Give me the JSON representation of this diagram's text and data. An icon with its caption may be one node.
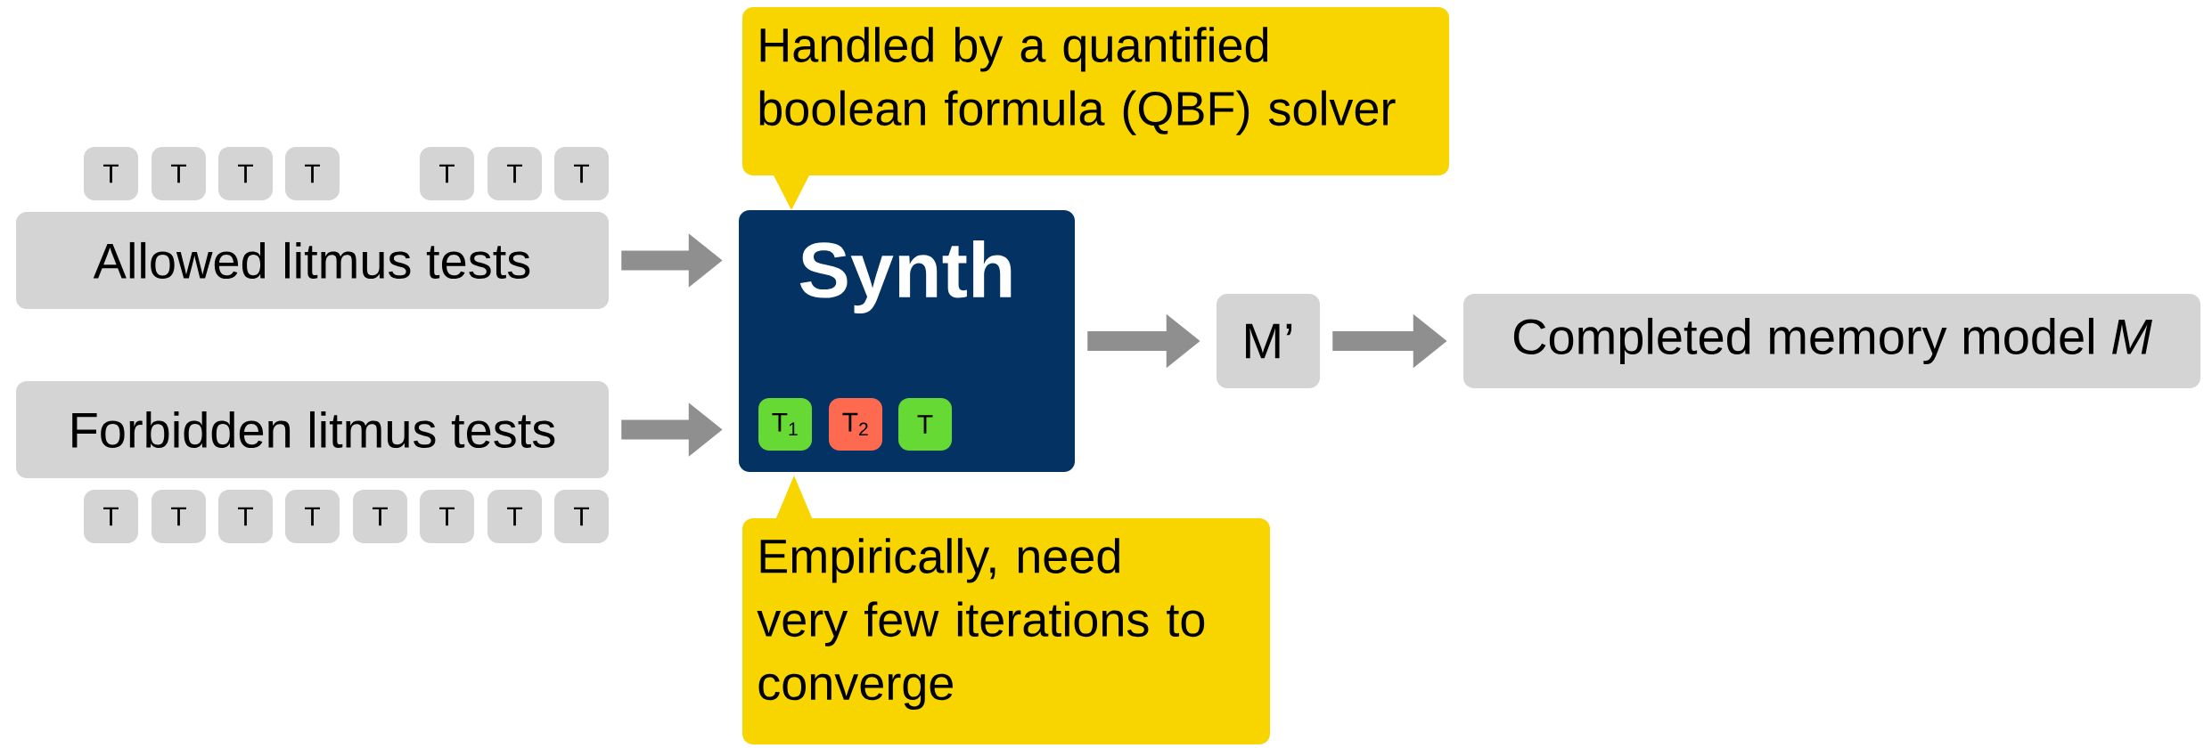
{
  "diagram": {
    "nodes": [
      {
        "text": [
          "T"
        ]
      },
      {
        "text": [
          "T"
        ]
      },
      {
        "text": [
          "T"
        ]
      },
      {
        "text": [
          "T"
        ]
      },
      {
        "text": [
          "T"
        ]
      },
      {
        "text": [
          "T"
        ]
      },
      {
        "text": [
          "T"
        ]
      },
      {
        "text": [
          "Allowed litmus tests"
        ]
      },
      {
        "text": [
          "Forbidden litmus tests"
        ]
      },
      {
        "text": [
          "T"
        ]
      },
      {
        "text": [
          "T"
        ]
      },
      {
        "text": [
          "T"
        ]
      },
      {
        "text": [
          "T"
        ]
      },
      {
        "text": [
          "T"
        ]
      },
      {
        "text": [
          "T"
        ]
      },
      {
        "text": [
          "T"
        ]
      },
      {
        "text": [
          "T"
        ]
      },
      {
        "text": [
          "Handled by a quantified boolean formula (QBF) solver"
        ]
      },
      {
        "text": [
          "Synth"
        ]
      },
      {
        "text": [
          "T$_{1}$"
        ],
        "in": 18
      },
      {
        "text": [
          "T$_{2}$"
        ],
        "in": 18
      },
      {
        "text": [
          "T"
        ],
        "in": 18
      },
      {
        "text": [
          "Empirically, need very few iterations to converge"
        ]
      },
      {
        "text": [
          "M’"
        ]
      },
      {
        "text": [
          "Completed memory model *M*"
        ]
      }
    ],
    "edges": [
      {
        "from": 7,
        "to": 18,
        "arrow": "to"
      },
      {
        "from": 8,
        "to": 18,
        "arrow": "to"
      },
      {
        "from": 18,
        "to": 23,
        "arrow": "to"
      },
      {
        "from": 23,
        "to": 24,
        "arrow": "to"
      }
    ]
  }
}
